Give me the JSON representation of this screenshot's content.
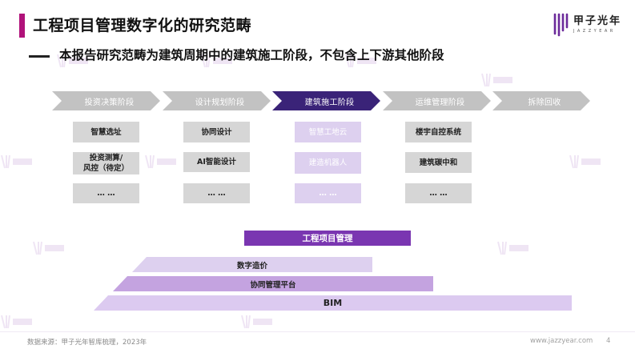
{
  "header": {
    "title": "工程项目管理数字化的研究范畴",
    "logo_cn": "甲子光年",
    "logo_en": "JAZZYEAR"
  },
  "subtitle": "本报告研究范畴为建筑周期中的建筑施工阶段，不包含上下游其他阶段",
  "stages": [
    {
      "label": "投资决策阶段",
      "items": [
        "智慧选址",
        "投资测算/\n风控（待定）",
        "… …"
      ]
    },
    {
      "label": "设计规划阶段",
      "items": [
        "协同设计",
        "AI智能设计",
        "… …"
      ]
    },
    {
      "label": "建筑施工阶段",
      "items": [
        "智慧工地云",
        "建造机器人",
        "… …"
      ]
    },
    {
      "label": "运维管理阶段",
      "items": [
        "楼宇自控系统",
        "建筑碳中和",
        "… …"
      ]
    },
    {
      "label": "拆除回收",
      "items": []
    }
  ],
  "layers": {
    "pm": "工程项目管理",
    "cost": "数字造价",
    "platform": "协同管理平台",
    "bim": "BIM"
  },
  "watermark_text": "甲子光年",
  "footer": {
    "source": "数据来源：甲子光年智库梳理，2023年",
    "url": "www.jazzyear.com",
    "page": "4"
  },
  "colors": {
    "accent": "#b0127a",
    "active_stage": "#3a2378",
    "inactive_stage": "#c2c2c2",
    "pm_bar": "#7a36b1"
  }
}
